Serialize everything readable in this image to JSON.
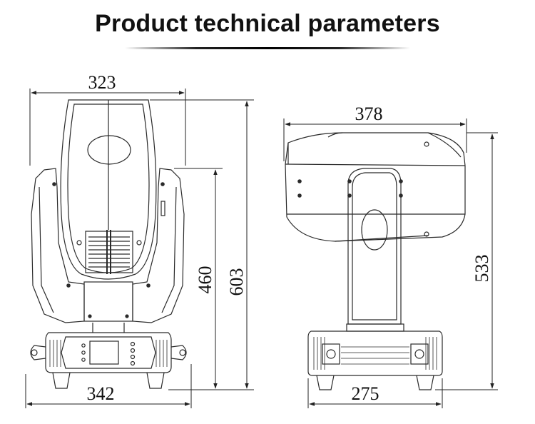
{
  "header": {
    "title": "Product technical parameters"
  },
  "front_view": {
    "top_width": "323",
    "base_width": "342",
    "total_height": "603",
    "yoke_height": "460"
  },
  "side_view": {
    "head_length": "378",
    "base_depth": "275",
    "total_height": "533"
  },
  "colors": {
    "line": "#2a2a2a",
    "text": "#111111"
  }
}
